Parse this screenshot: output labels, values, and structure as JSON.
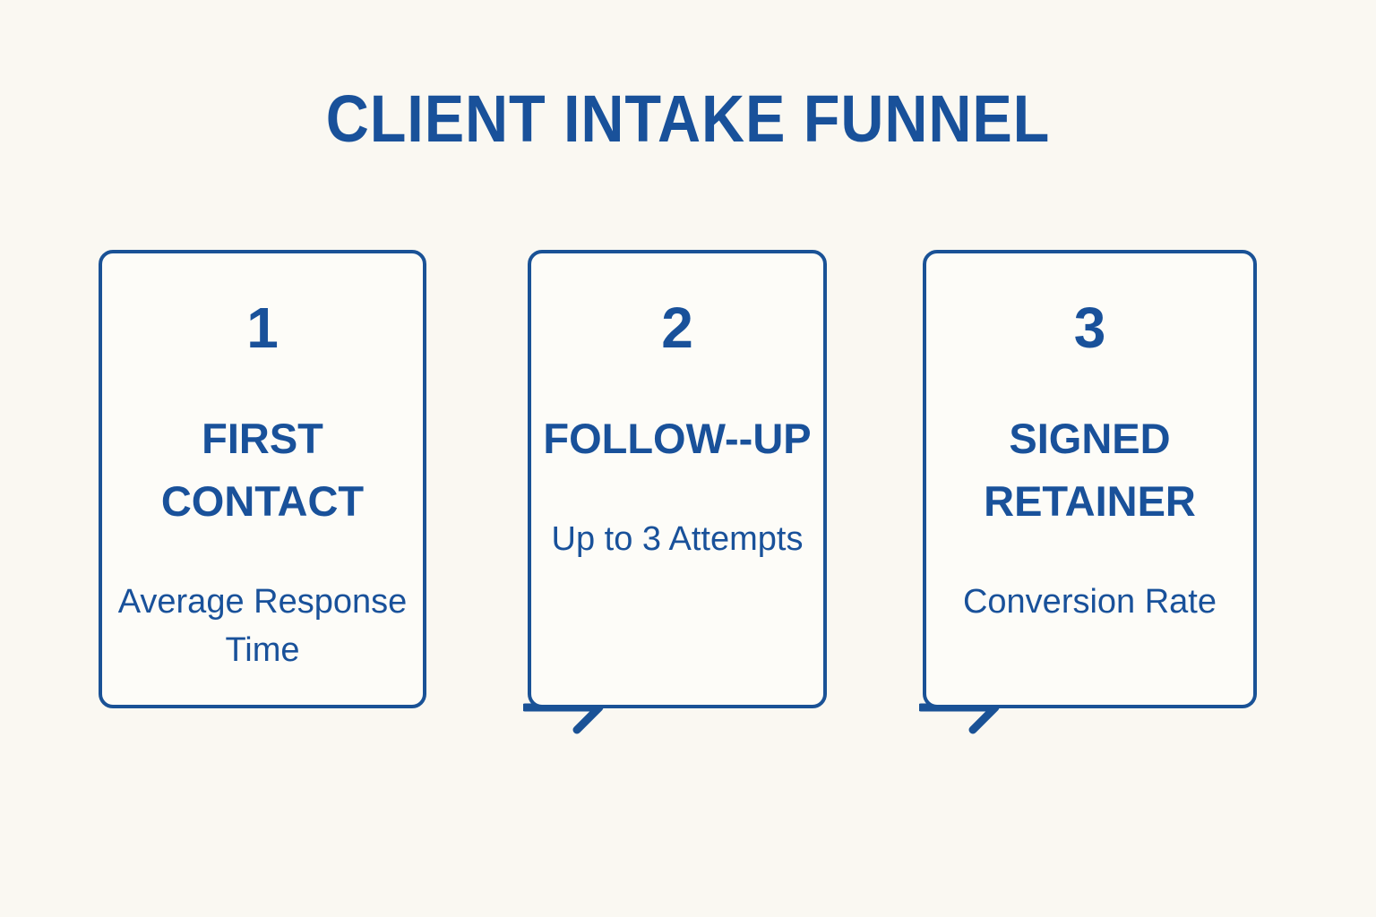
{
  "title": "CLIENT INTAKE FUNNEL",
  "colors": {
    "background": "#faf8f2",
    "card_fill": "#fdfcf8",
    "accent_blue": "#19519a",
    "border_blue": "#1a5296"
  },
  "stages": [
    {
      "number": "1",
      "heading": "FIRST CONTACT",
      "description": "Average Response Time"
    },
    {
      "number": "2",
      "heading": "FOLLOW--UP",
      "description": "Up to 3 Attempts"
    },
    {
      "number": "3",
      "heading": "SIGNED RETAINER",
      "description": "Conversion Rate"
    }
  ],
  "connectors": [
    {
      "icon": "arrow-right-icon",
      "from": "1",
      "to": "2"
    },
    {
      "icon": "arrow-right-icon",
      "from": "2",
      "to": "3"
    }
  ]
}
